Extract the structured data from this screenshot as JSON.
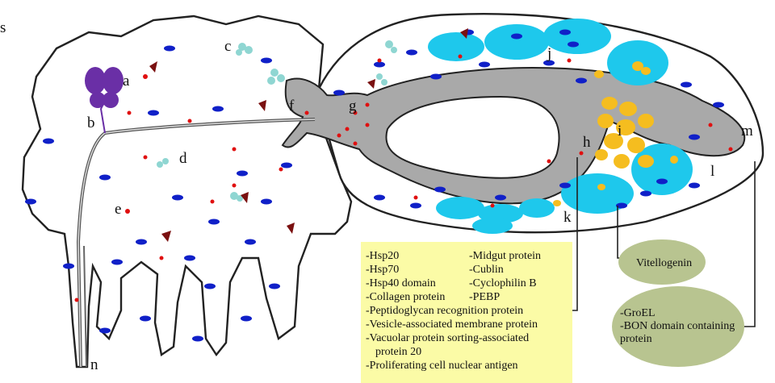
{
  "figure": {
    "corner_letter": "s",
    "part_labels": {
      "a": "a",
      "b": "b",
      "c": "c",
      "d": "d",
      "e": "e",
      "f": "f",
      "g": "g",
      "h": "h",
      "i": "i",
      "j": "j",
      "k": "k",
      "l": "l",
      "m": "m",
      "n": "n"
    }
  },
  "protein_box": {
    "col1": [
      "-Hsp20",
      "-Hsp70",
      "-Hsp40 domain",
      "-Collagen protein"
    ],
    "col2": [
      "-Midgut protein",
      "-Cublin",
      "-Cyclophilin B",
      "-PEBP"
    ],
    "full_lines": [
      "-Peptidoglycan recognition protein",
      "-Vesicle-associated membrane protein",
      "-Vacuolar protein sorting-associated",
      "protein 20",
      "-Proliferating cell nuclear antigen"
    ]
  },
  "ovals": {
    "vitellogenin": "Vitellogenin",
    "groel_lines": [
      "-GroEL",
      "-BON domain containing",
      "protein"
    ]
  },
  "colors": {
    "outline": "#222222",
    "gut_gray": "#a9a9a9",
    "oocyte_cyan": "#1ec8ec",
    "yolk_yellow": "#f5bd1f",
    "blue_cell": "#1020c8",
    "red_dot": "#e01010",
    "teal_cluster": "#8fd6d2",
    "purple_organ": "#6a2fa6",
    "brown_mark": "#7a1010",
    "box_yellow": "#fbfba6",
    "oval_green": "#b8c490"
  }
}
